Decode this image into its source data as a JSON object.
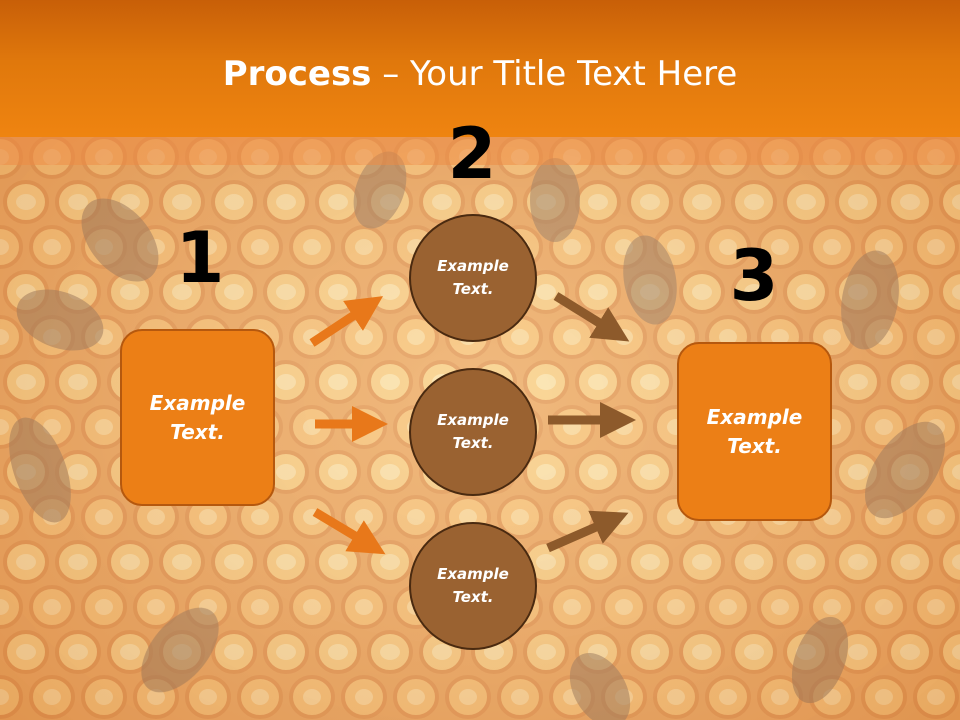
{
  "slide": {
    "title_bold": "Process",
    "title_rest": " – Your Title Text Here",
    "step_numbers": [
      "1",
      "2",
      "3"
    ],
    "left_box": "Example\nText.",
    "right_box": "Example\nText.",
    "circles": [
      "Example\nText.",
      "Example\nText.",
      "Example\nText."
    ],
    "colors": {
      "header": "#e0780c",
      "box_fill": "#ec7f16",
      "circle_fill": "#9a6231",
      "arrow_orange": "#e8781a",
      "arrow_brown": "#8d5a2b",
      "background_honey": "#f0a040"
    }
  }
}
